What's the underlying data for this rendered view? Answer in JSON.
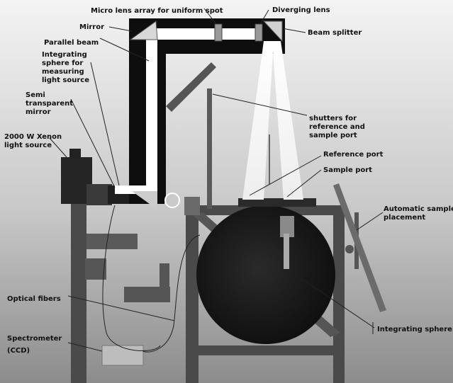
{
  "labels": {
    "micro_lens": "Micro lens array for uniform spot",
    "diverging_lens": "Diverging lens",
    "mirror": "Mirror",
    "beam_splitter": "Beam splitter",
    "parallel_beam": "Parallel beam",
    "integrating_sphere_measure_1": "Integrating",
    "integrating_sphere_measure_2": "sphere for",
    "integrating_sphere_measure_3": "measuring",
    "integrating_sphere_measure_4": "light source",
    "semi_transparent_1": "Semi",
    "semi_transparent_2": "transparent",
    "semi_transparent_3": "mirror",
    "xenon_1": "2000 W Xenon",
    "xenon_2": "light source",
    "shutters_1": "shutters for",
    "shutters_2": "reference and",
    "shutters_3": "sample port",
    "reference_port": "Reference port",
    "sample_port": "Sample port",
    "auto_sample_1": "Automatic sample",
    "auto_sample_2": "placement",
    "optical_fibers": "Optical fibers",
    "spectrometer_1": "Spectrometer",
    "spectrometer_2": "(CCD)",
    "integrating_sphere": "Integrating sphere"
  },
  "colors": {
    "background_light": "#f4f4f4",
    "background_dark": "#8c8c8c",
    "frame": "#4a4a4a",
    "sphere": "#1c1c1c",
    "beam": "#ffffff",
    "beam_housing": "#0e0e0e"
  }
}
